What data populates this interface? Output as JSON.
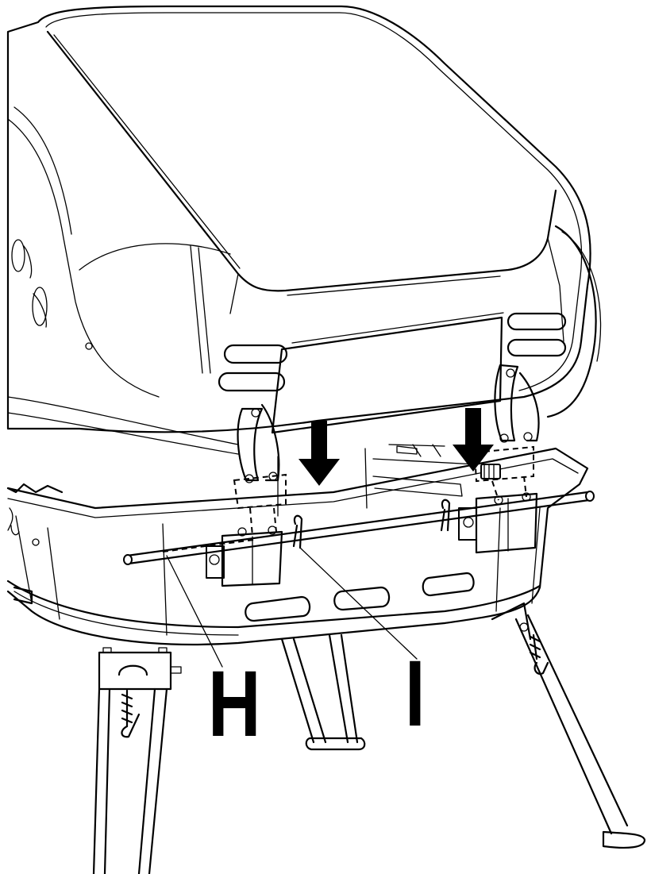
{
  "diagram": {
    "callouts": [
      {
        "id": "H",
        "label": "H"
      },
      {
        "id": "I",
        "label": "I"
      }
    ],
    "arrows": [
      {
        "direction": "down"
      },
      {
        "direction": "down"
      }
    ],
    "colors": {
      "line": "#000000",
      "background": "#ffffff"
    }
  }
}
